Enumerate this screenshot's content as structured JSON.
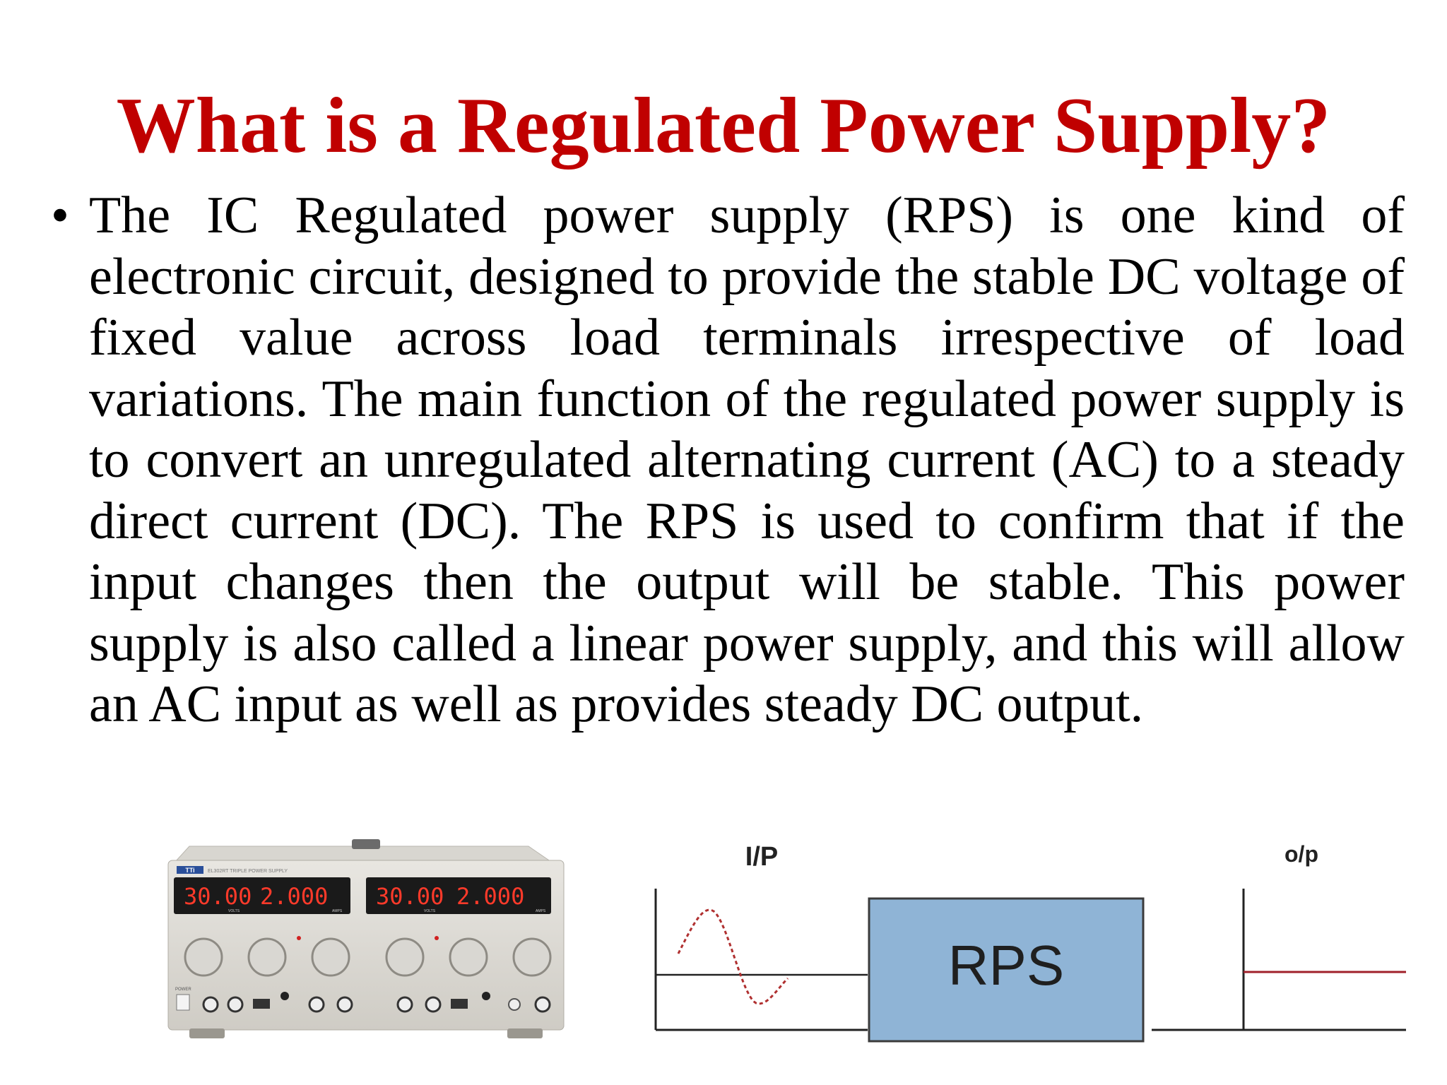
{
  "slide": {
    "title": "What is a Regulated Power Supply?",
    "bullet_marker": "•",
    "paragraph": "The IC Regulated power supply (RPS) is one kind of electronic circuit, designed to provide the stable DC voltage of fixed value across load terminals irrespective of load variations. The main function of the regulated power supply is to convert an unregulated alternating current (AC) to a steady direct current (DC). The RPS is used to confirm that if the input changes then the output will be stable. This power supply is also called a linear power supply, and this will allow an AC input as well as provides steady DC output."
  },
  "power_supply_photo": {
    "brand": "TTi",
    "model_label": "EL302RT  TRIPLE POWER SUPPLY",
    "displays": [
      {
        "volts": "30.00",
        "amps": "2.000"
      },
      {
        "volts": "30.00",
        "amps": "2.000"
      }
    ],
    "volts_caption": "VOLTS",
    "amps_caption": "AMPS",
    "power_label": "POWER"
  },
  "diagram": {
    "input_label": "I/P",
    "block_label": "RPS",
    "output_label": "o/p",
    "colors": {
      "block_fill": "#8fb4d6",
      "block_stroke": "#3b3b3b",
      "input_wave": "#b03030",
      "output_line": "#a0202a"
    }
  },
  "colors": {
    "title": "#c00000",
    "text": "#000000"
  }
}
